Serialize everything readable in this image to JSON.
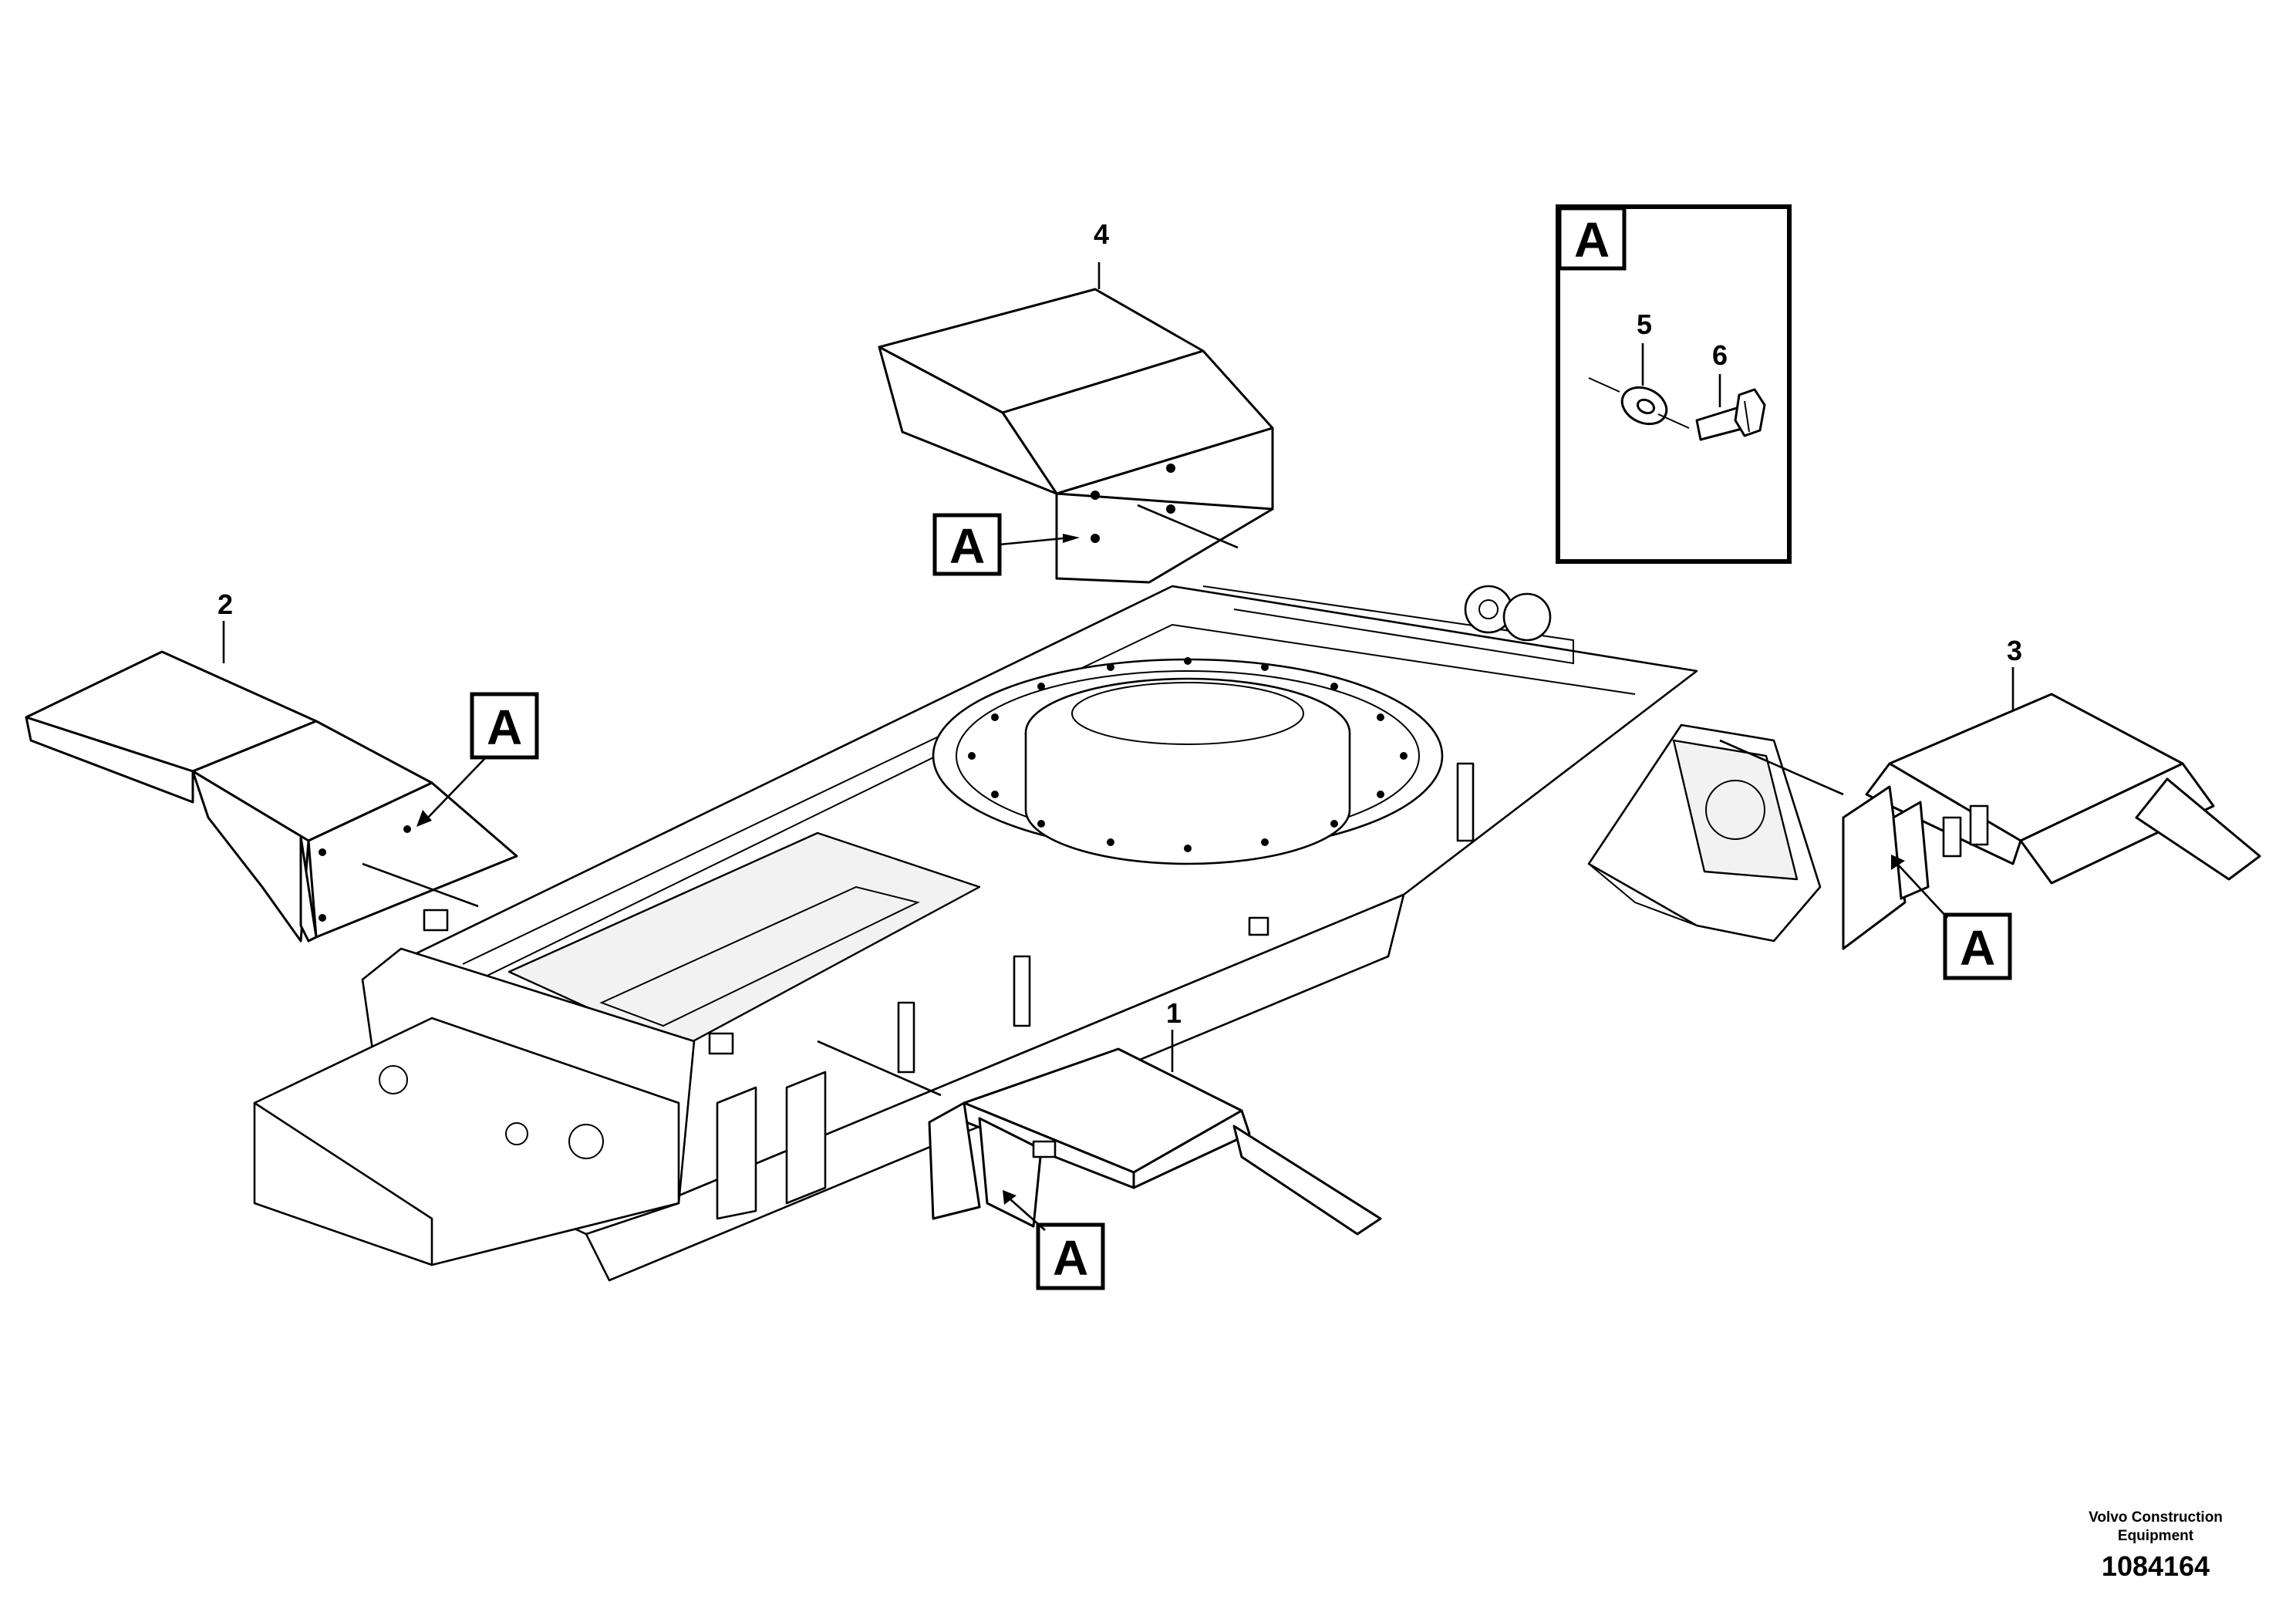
{
  "callouts": {
    "c1": "1",
    "c2": "2",
    "c3": "3",
    "c4": "4",
    "c5": "5",
    "c6": "6"
  },
  "reference_marker": "A",
  "footer": {
    "company_line1": "Volvo Construction",
    "company_line2": "Equipment",
    "drawing_number": "1084164"
  }
}
